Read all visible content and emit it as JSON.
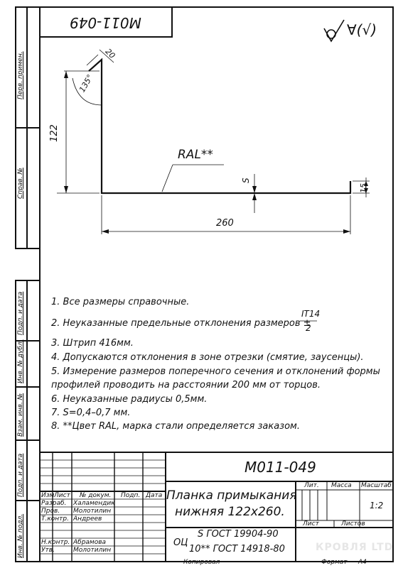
{
  "header": {
    "stamp_code": "M011-049"
  },
  "roughness": {
    "symbol": "∀(√)"
  },
  "drawing": {
    "dims": {
      "height": "122",
      "length": "260",
      "flange": "15",
      "hem": "20",
      "angle": "135°",
      "thickness": "S"
    },
    "coating": "RAL**"
  },
  "notes": {
    "n1": "1. Все размеры справочные.",
    "n2_pre": "2. Неуказанные предельные отклонения размеров ±",
    "n2_num": "IT14",
    "n2_den": "2",
    "n3": "3. Штрип 416мм.",
    "n4": "4. Допускаются отклонения в зоне отрезки (смятие, заусенцы).",
    "n5a": "5. Измерение размеров поперечного сечения и отклонений формы",
    "n5b": "профилей проводить на расстоянии 200 мм от торцов.",
    "n6": "6. Неуказанные радиусы 0,5мм.",
    "n7": "7. S=0,4–0,7 мм.",
    "n8": "8. **Цвет RAL, марка стали определяется заказом."
  },
  "side_labels": {
    "perv": "Перв. примен.",
    "sprav": "Справ. №",
    "podp1": "Подп. и дата",
    "inv_dubl": "Инв. № дубл.",
    "vzam": "Взам. инв. №",
    "podp2": "Подп. и дата",
    "inv_podl": "Инв. № подл."
  },
  "title_block": {
    "code": "M011-049",
    "name_line1": "Планка примыкания",
    "name_line2": "нижняя 122x260.",
    "material_line1": "S ГОСТ 19904-90",
    "material_line2": "10** ГОСТ 14918-80",
    "material_prefix": "ОЦ",
    "col_izm": "Изм",
    "col_list": "Лист",
    "col_doc": "№ докум.",
    "col_podp": "Подп.",
    "col_date": "Дата",
    "row_razrab": "Разраб.",
    "row_prov": "Пров.",
    "row_tkontr": "Т.контр.",
    "row_nkontr": "Н.контр.",
    "row_utv": "Утв.",
    "name_razrab": "Халамендик",
    "name_prov": "Молотилин",
    "name_tkontr": "Андреев",
    "name_nkontr": "Абрамова",
    "name_utv": "Молотилин",
    "lit": "Лит.",
    "massa": "Масса",
    "masshtab": "Масштаб",
    "scale": "1:2",
    "list": "Лист",
    "listov": "Листов",
    "kopiroval": "Копировал",
    "format": "Формат",
    "format_val": "A4"
  },
  "watermark": "КРОВЛЯ LTD"
}
